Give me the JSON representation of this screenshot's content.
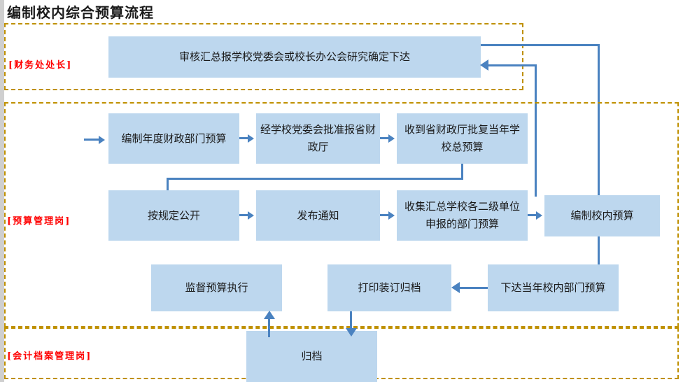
{
  "page": {
    "title": "编制校内综合预算流程"
  },
  "lanes": [
    {
      "id": "lane-finance-director",
      "label": "[财务处处长]"
    },
    {
      "id": "lane-budget-management",
      "label": "[预算管理岗]"
    },
    {
      "id": "lane-accounting-archive",
      "label": "[会计档案管理岗]"
    }
  ],
  "nodes": {
    "review_submit": "审核汇总报学校党委会或校长办公会研究确定下达",
    "annual_dept_budget": "编制年度财政部门预算",
    "approved_by_party_committee": "经学校党委会批准报省财政厅",
    "receive_provincial_reply": "收到省财政厅批复当年学校总预算",
    "publish_as_required": "按规定公开",
    "issue_notice": "发布通知",
    "collect_unit_budgets": "收集汇总学校各二级单位申报的部门预算",
    "compile_internal_budget": "编制校内预算",
    "issue_internal_dept_budget": "下达当年校内部门预算",
    "print_bind_archive": "打印装订归档",
    "supervise_execution": "监督预算执行",
    "archive": "归档"
  },
  "colors": {
    "node_fill": "#bdd7ee",
    "connector": "#4a82c0",
    "lane_border": "#bf9000",
    "lane_label": "#ff0000",
    "title": "#1a1a1a"
  }
}
